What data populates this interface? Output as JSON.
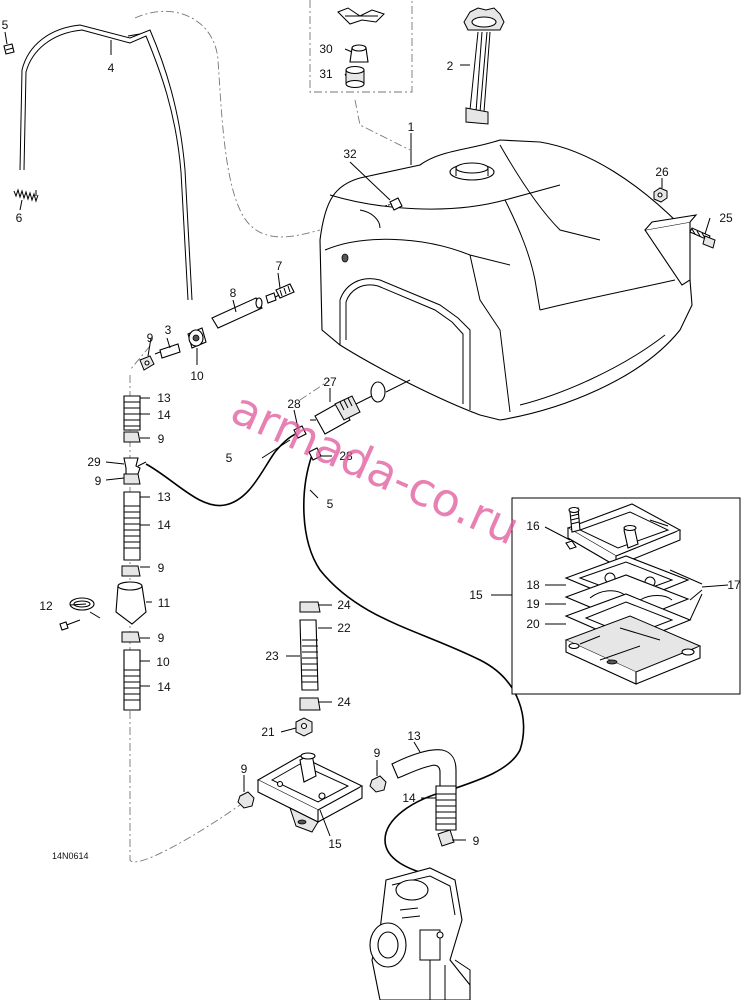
{
  "diagram_code": "14N0614",
  "watermark": "armada-co.ru",
  "callouts": {
    "c1": "1",
    "c2": "2",
    "c3": "3",
    "c4": "4",
    "c5a": "5",
    "c5b": "5",
    "c5c": "5",
    "c6": "6",
    "c7": "7",
    "c8": "8",
    "c9a": "9",
    "c9b": "9",
    "c9c": "9",
    "c9d": "9",
    "c9e": "9",
    "c9f": "9",
    "c9g": "9",
    "c9h": "9",
    "c10a": "10",
    "c10b": "10",
    "c11": "11",
    "c12": "12",
    "c13a": "13",
    "c13b": "13",
    "c13c": "13",
    "c14a": "14",
    "c14b": "14",
    "c14c": "14",
    "c14d": "14",
    "c15a": "15",
    "c15b": "15",
    "c16": "16",
    "c17": "17",
    "c18": "18",
    "c19": "19",
    "c20": "20",
    "c21": "21",
    "c22": "22",
    "c23": "23",
    "c24a": "24",
    "c24b": "24",
    "c25": "25",
    "c26": "26",
    "c27": "27",
    "c28a": "28",
    "c28b": "28",
    "c29": "29",
    "c30": "30",
    "c31": "31",
    "c32": "32"
  }
}
